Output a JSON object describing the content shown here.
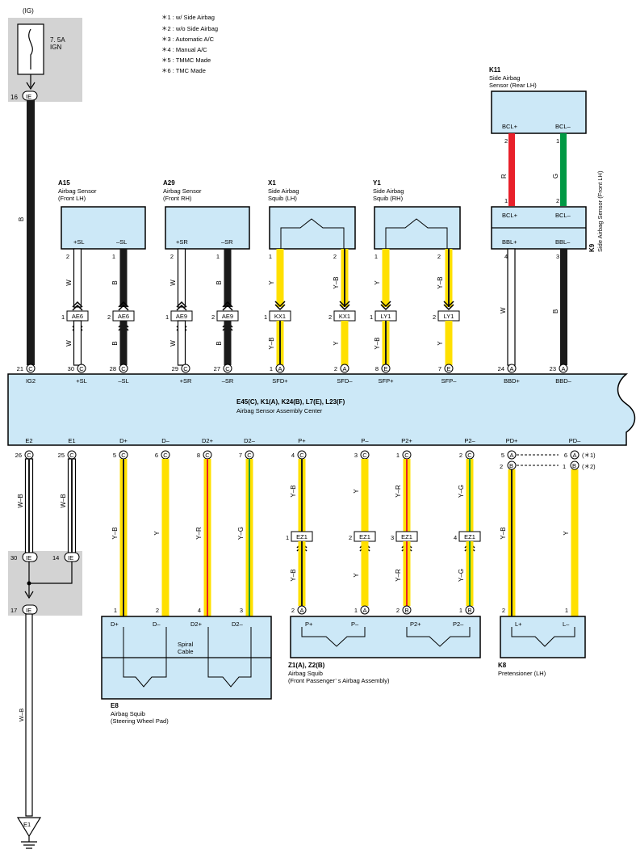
{
  "notes": [
    "＊1 : w/ Side Airbag",
    "＊2 : w/o Side Airbag",
    "＊3 : Automatic A/C",
    "＊4 : Manual A/C",
    "＊5 : TMMC Made",
    "＊6 : TMC Made"
  ],
  "fuse": {
    "source": "(IG)",
    "rating": "7. 5A",
    "name": "IGN",
    "pin": "16",
    "connector": "IE"
  },
  "junction": {
    "pins": [
      "30",
      "14",
      "17"
    ],
    "connector": "IE"
  },
  "ground": {
    "name": "E1"
  },
  "colors": {
    "yellow": "#ffe000",
    "red": "#e8202a",
    "green": "#009944",
    "black": "#1a1a1a",
    "box": "#cce8f7",
    "shade": "#d3d3d3"
  },
  "sensors": [
    {
      "id": "A15",
      "name1": "Airbag Sensor",
      "name2": "(Front LH)",
      "t1": "+SL",
      "t2": "–SL"
    },
    {
      "id": "A29",
      "name1": "Airbag Sensor",
      "name2": "(Front RH)",
      "t1": "+SR",
      "t2": "–SR"
    },
    {
      "id": "X1",
      "name1": "Side Airbag",
      "name2": "Squib (LH)"
    },
    {
      "id": "Y1",
      "name1": "Side Airbag",
      "name2": "Squib (RH)"
    }
  ],
  "k11": {
    "id": "K11",
    "name1": "Side Airbag",
    "name2": "Sensor (Rear LH)",
    "t1": "BCL+",
    "t2": "BCL–",
    "pin1": "2",
    "pin2": "1",
    "wire1": "R",
    "wire2": "G"
  },
  "k9": {
    "id": "K9",
    "name": "Side Airbag Sensor (Front LH)",
    "t1": "BCL+",
    "t2": "BCL–",
    "t3": "BBL+",
    "t4": "BBL–",
    "p1": "1",
    "p2": "2",
    "p3": "4",
    "p4": "3"
  },
  "ecu": {
    "title": "E45(C), K1(A), K24(B), L7(E), L23(F)",
    "subtitle": "Airbag Sensor Assembly Center",
    "top_pins": [
      {
        "num": "21",
        "conn": "C",
        "label": "IG2"
      },
      {
        "num": "30",
        "conn": "C",
        "label": "+SL"
      },
      {
        "num": "28",
        "conn": "C",
        "label": "–SL"
      },
      {
        "num": "29",
        "conn": "C",
        "label": "+SR"
      },
      {
        "num": "27",
        "conn": "C",
        "label": "–SR"
      },
      {
        "num": "1",
        "conn": "A",
        "label": "SFD+"
      },
      {
        "num": "2",
        "conn": "A",
        "label": "SFD–"
      },
      {
        "num": "8",
        "conn": "E",
        "label": "SFP+"
      },
      {
        "num": "7",
        "conn": "E",
        "label": "SFP–"
      },
      {
        "num": "24",
        "conn": "A",
        "label": "BBD+"
      },
      {
        "num": "23",
        "conn": "A",
        "label": "BBD–"
      }
    ],
    "bottom_pins": [
      {
        "num": "26",
        "conn": "C",
        "label": "E2"
      },
      {
        "num": "25",
        "conn": "C",
        "label": "E1"
      },
      {
        "num": "5",
        "conn": "C",
        "label": "D+"
      },
      {
        "num": "6",
        "conn": "C",
        "label": "D–"
      },
      {
        "num": "8",
        "conn": "C",
        "label": "D2+"
      },
      {
        "num": "7",
        "conn": "C",
        "label": "D2–"
      },
      {
        "num": "4",
        "conn": "C",
        "label": "P+"
      },
      {
        "num": "3",
        "conn": "C",
        "label": "P–"
      },
      {
        "num": "1",
        "conn": "C",
        "label": "P2+"
      },
      {
        "num": "2",
        "conn": "C",
        "label": "P2–"
      },
      {
        "num": "5",
        "conn": "A",
        "label": "PD+"
      },
      {
        "num": "6",
        "conn": "A",
        "label": "PD–"
      }
    ],
    "alt_pins": [
      {
        "num": "2",
        "conn": "B",
        "note": "(＊2)"
      },
      {
        "num": "1",
        "conn": "B",
        "note": "(＊2)"
      }
    ],
    "pd_minus_note": "(＊1)"
  },
  "upper_connectors": [
    {
      "num": "1",
      "name": "AE6"
    },
    {
      "num": "2",
      "name": "AE6"
    },
    {
      "num": "1",
      "name": "AE9"
    },
    {
      "num": "2",
      "name": "AE9"
    },
    {
      "num": "1",
      "name": "KX1"
    },
    {
      "num": "2",
      "name": "KX1"
    },
    {
      "num": "1",
      "name": "LY1"
    },
    {
      "num": "2",
      "name": "LY1"
    }
  ],
  "upper_wires": [
    {
      "pin": "2",
      "color": "W"
    },
    {
      "pin": "1",
      "color": "B"
    },
    {
      "pin": "2",
      "color": "W"
    },
    {
      "pin": "1",
      "color": "B"
    },
    {
      "pin": "1",
      "color": "Y",
      "lower_color": "Y–B"
    },
    {
      "pin": "2",
      "color": "Y–B",
      "lower_color": "Y"
    },
    {
      "pin": "1",
      "color": "Y",
      "lower_color": "Y–B"
    },
    {
      "pin": "2",
      "color": "Y–B",
      "lower_color": "Y"
    },
    {
      "color": "W"
    },
    {
      "color": "B"
    }
  ],
  "ig_wire": "B",
  "lower_wires": [
    {
      "color": "W–B"
    },
    {
      "color": "W–B"
    },
    {
      "color": "Y–B"
    },
    {
      "color": "Y"
    },
    {
      "color": "Y–R"
    },
    {
      "color": "Y–G"
    },
    {
      "color": "Y–B",
      "lower_color": "Y–B"
    },
    {
      "color": "Y",
      "lower_color": "Y"
    },
    {
      "color": "Y–R",
      "lower_color": "Y–R"
    },
    {
      "color": "Y–G",
      "lower_color": "Y–G"
    },
    {
      "color": "Y–B"
    },
    {
      "color": "Y"
    }
  ],
  "ground_wire": "W–B",
  "ez1": [
    {
      "num": "1",
      "name": "EZ1"
    },
    {
      "num": "2",
      "name": "EZ1"
    },
    {
      "num": "3",
      "name": "EZ1"
    },
    {
      "num": "4",
      "name": "EZ1"
    }
  ],
  "e8": {
    "id": "E8",
    "name1": "Airbag Squib",
    "name2": "(Steering Wheel Pad)",
    "inner1": "Spiral",
    "inner2": "Cable",
    "terms": [
      "D+",
      "D–",
      "D2+",
      "D2–"
    ],
    "pins": [
      "1",
      "2",
      "4",
      "3"
    ]
  },
  "z1": {
    "id": "Z1(A), Z2(B)",
    "name1": "Airbag Squib",
    "name2": "(Front Passenger’ s Airbag Assembly)",
    "terms": [
      "P+",
      "P–",
      "P2+",
      "P2–"
    ],
    "pins": [
      {
        "num": "2",
        "conn": "A"
      },
      {
        "num": "1",
        "conn": "A"
      },
      {
        "num": "2",
        "conn": "B"
      },
      {
        "num": "1",
        "conn": "B"
      }
    ]
  },
  "k8": {
    "id": "K8",
    "name": "Pretensioner (LH)",
    "terms": [
      "L+",
      "L–"
    ],
    "pins": [
      "2",
      "1"
    ]
  }
}
